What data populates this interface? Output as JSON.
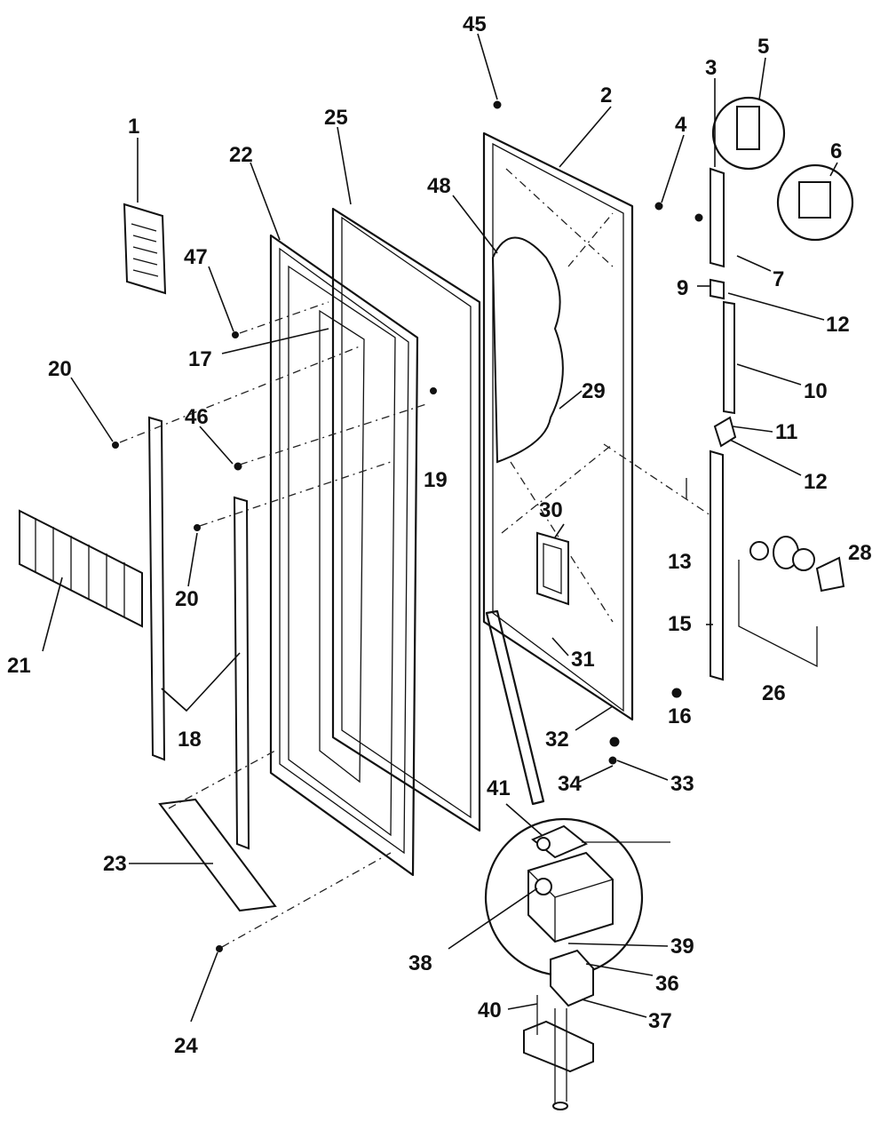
{
  "diagram": {
    "callouts": [
      "1",
      "2",
      "3",
      "4",
      "5",
      "6",
      "7",
      "9",
      "10",
      "11",
      "12",
      "12",
      "13",
      "15",
      "16",
      "17",
      "18",
      "19",
      "20",
      "20",
      "21",
      "22",
      "23",
      "24",
      "25",
      "26",
      "28",
      "29",
      "30",
      "31",
      "32",
      "33",
      "34",
      "36",
      "37",
      "38",
      "39",
      "40",
      "41",
      "45",
      "46",
      "47",
      "48"
    ]
  }
}
